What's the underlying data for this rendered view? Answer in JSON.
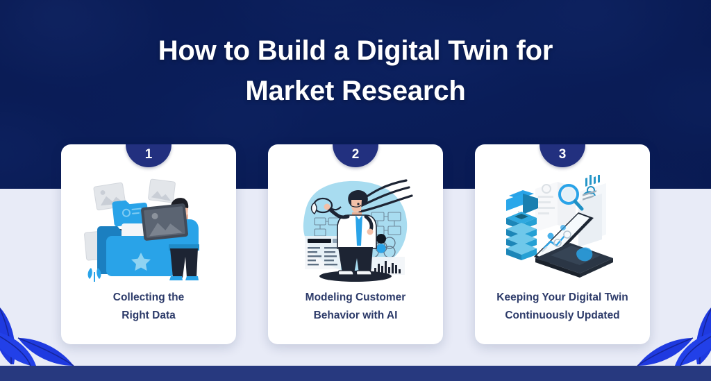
{
  "title": {
    "line1": "How to Build a Digital Twin for",
    "line2": "Market Research"
  },
  "colors": {
    "hero_background": "#0d2263",
    "lower_background": "#e8ebf7",
    "footer_bar": "#27397f",
    "badge": "#22307f",
    "card_background": "#ffffff",
    "caption_text": "#2c3a69",
    "accent_blue": "#29a3e8",
    "leaf_blue": "#1f3ae0",
    "blob_light_blue": "#a8dcf0"
  },
  "cards": [
    {
      "number": "1",
      "caption_line1": "Collecting the",
      "caption_line2": "Right Data",
      "illustration": "folder-photos-person-illustration"
    },
    {
      "number": "2",
      "caption_line1": "Modeling Customer",
      "caption_line2": "Behavior with AI",
      "illustration": "man-with-cables-diagrams-illustration"
    },
    {
      "number": "3",
      "caption_line1": "Keeping Your Digital Twin",
      "caption_line2": "Continuously Updated",
      "illustration": "isometric-laptop-dashboard-server-illustration"
    }
  ],
  "decorations": {
    "left_leaves": "leaves-icon",
    "right_leaves": "leaves-icon"
  }
}
